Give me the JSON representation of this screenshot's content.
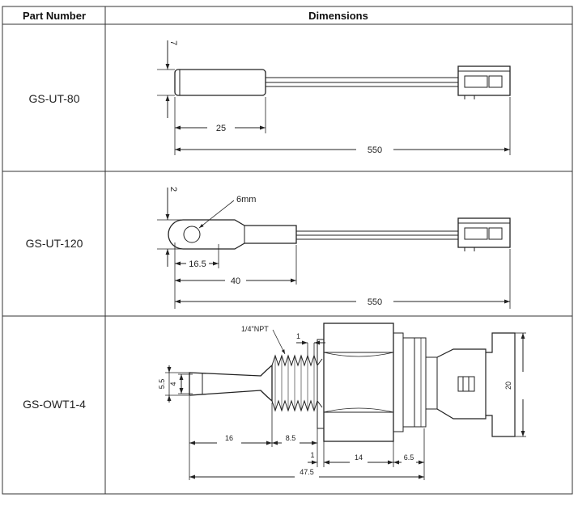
{
  "table": {
    "headers": {
      "part": "Part Number",
      "dimensions": "Dimensions"
    },
    "rows": [
      {
        "part": "GS-UT-80",
        "labels": {
          "thickness": "7",
          "body_length": "25",
          "total_length": "550"
        }
      },
      {
        "part": "GS-UT-120",
        "labels": {
          "thickness": "2",
          "hole": "6mm",
          "hole_offset": "16.5",
          "lug_length": "40",
          "total_length": "550"
        }
      },
      {
        "part": "GS-OWT1-4",
        "labels": {
          "thread": "1/4\"NPT",
          "thread_pitch": "1",
          "outer_dia": "5.5",
          "inner_dia": "4",
          "height": "20",
          "probe_length": "16",
          "thread_length": "8.5",
          "gap": "1",
          "hex_length": "14",
          "connector_length": "6.5",
          "total_length": "47.5"
        }
      }
    ]
  }
}
